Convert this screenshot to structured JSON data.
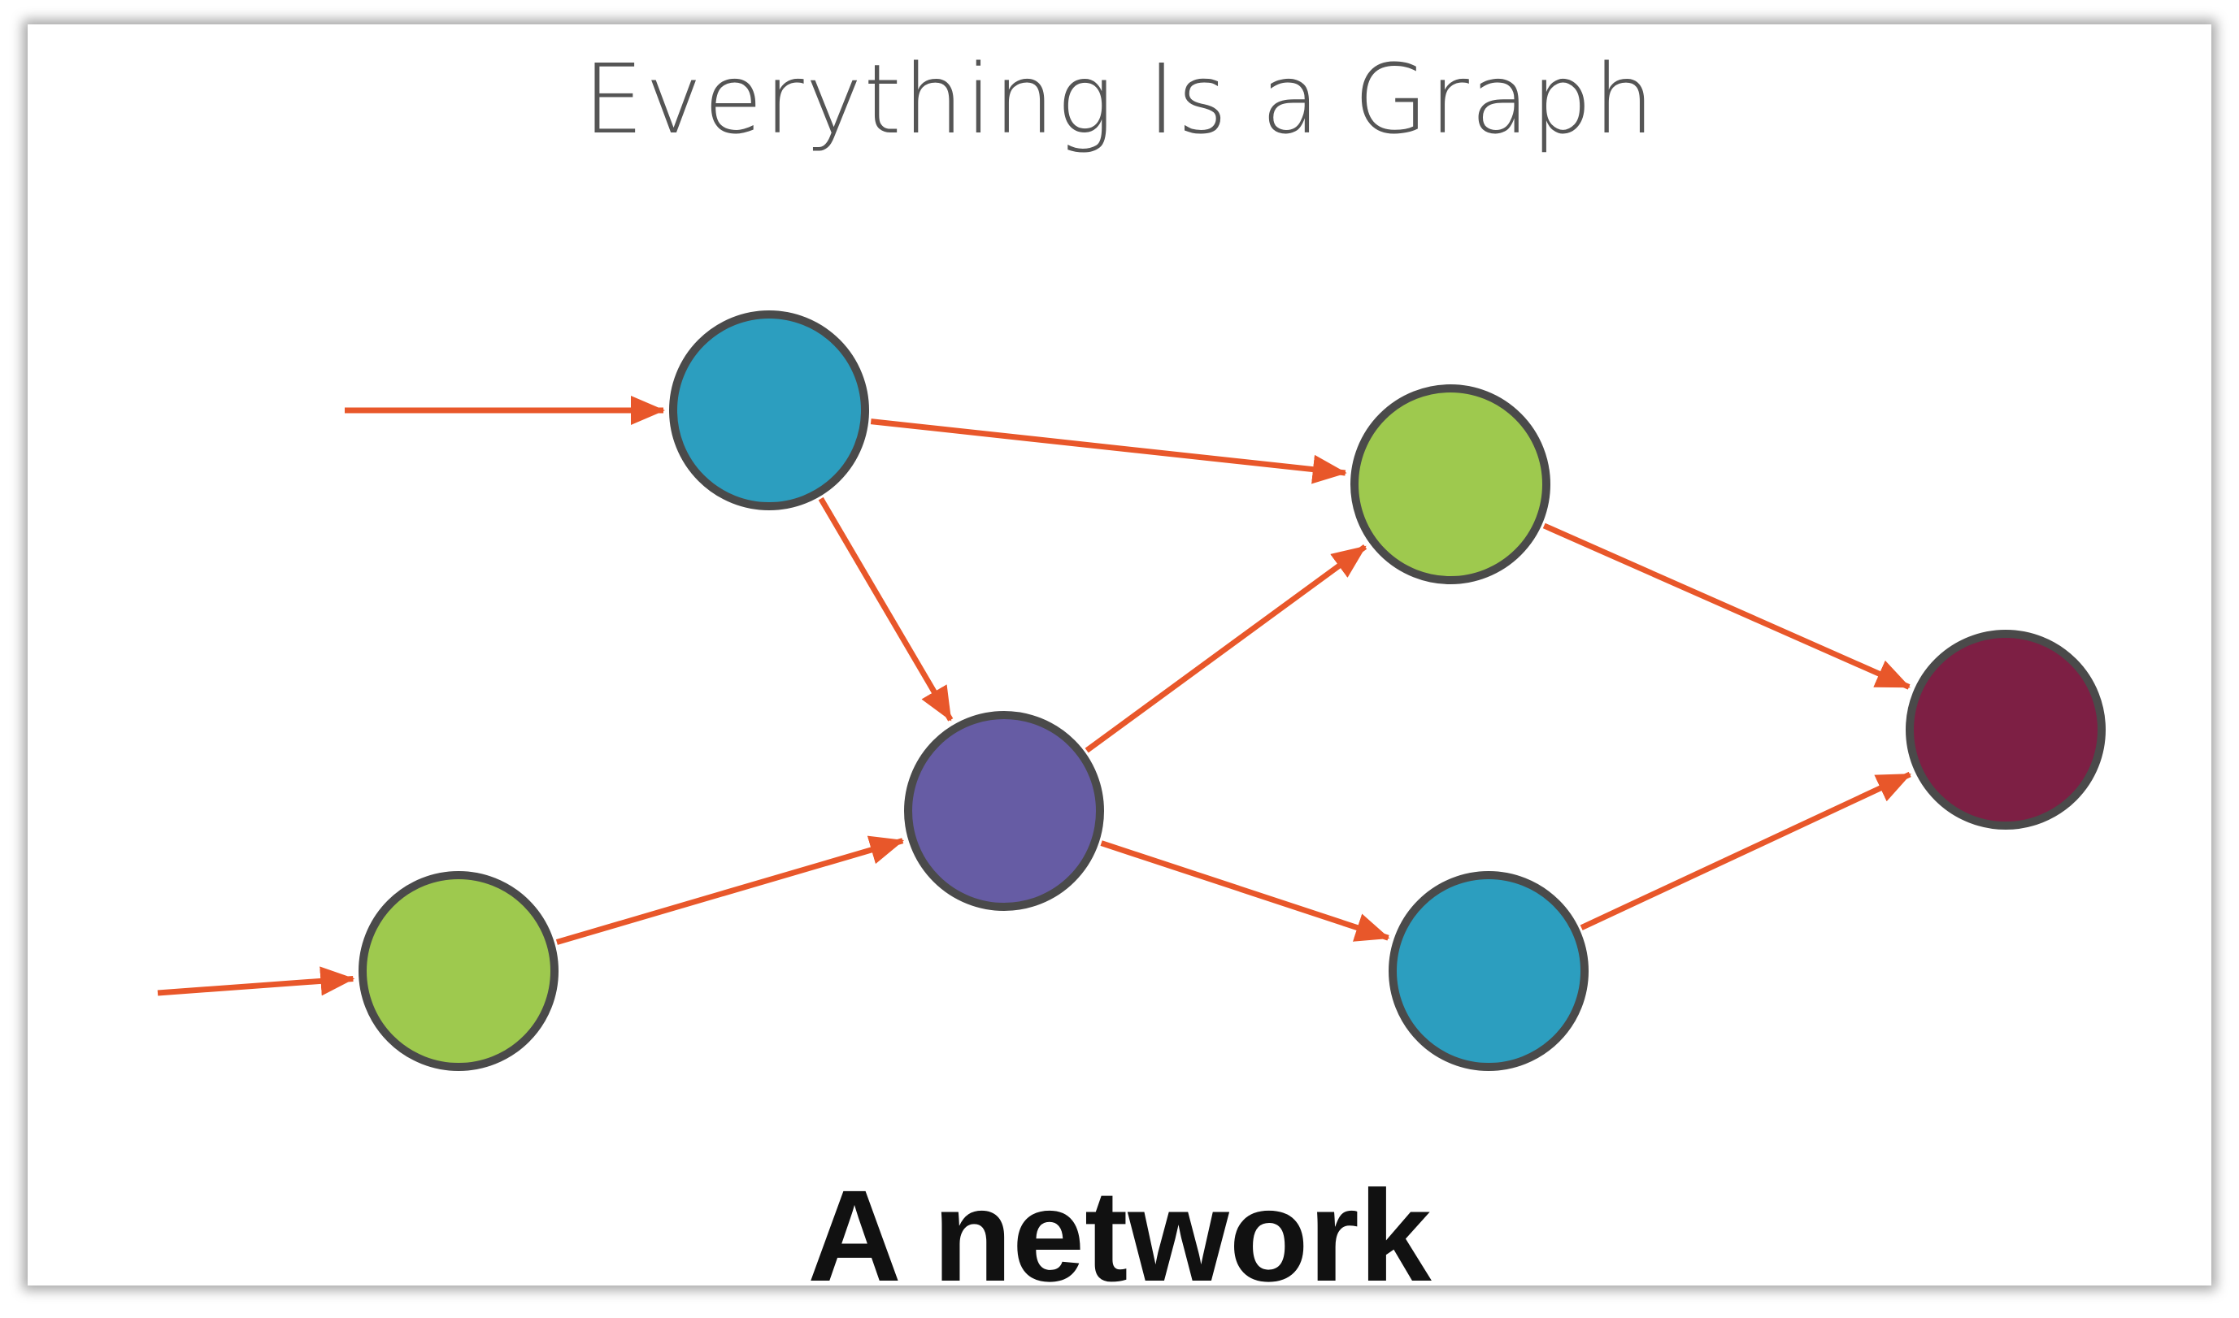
{
  "slide": {
    "title": "Everything Is a Graph",
    "caption": "A network"
  },
  "colors": {
    "edge": "#e8572a",
    "node_stroke": "#4a4a4a",
    "teal": "#2c9ebf",
    "green": "#9ec94e",
    "purple": "#665ca4",
    "maroon": "#7d1f44"
  },
  "graph": {
    "nodes": [
      {
        "id": "n1",
        "name": "node-teal-top",
        "color": "teal"
      },
      {
        "id": "n2",
        "name": "node-green-top",
        "color": "green"
      },
      {
        "id": "n3",
        "name": "node-purple-center",
        "color": "purple"
      },
      {
        "id": "n4",
        "name": "node-green-bottom-left",
        "color": "green"
      },
      {
        "id": "n5",
        "name": "node-teal-bottom",
        "color": "teal"
      },
      {
        "id": "n6",
        "name": "node-maroon-right",
        "color": "maroon"
      }
    ],
    "edges": [
      {
        "from": "input-top",
        "to": "n1"
      },
      {
        "from": "input-bottom",
        "to": "n4"
      },
      {
        "from": "n1",
        "to": "n2"
      },
      {
        "from": "n1",
        "to": "n3"
      },
      {
        "from": "n4",
        "to": "n3"
      },
      {
        "from": "n3",
        "to": "n2"
      },
      {
        "from": "n3",
        "to": "n5"
      },
      {
        "from": "n2",
        "to": "n6"
      },
      {
        "from": "n5",
        "to": "n6"
      }
    ]
  }
}
